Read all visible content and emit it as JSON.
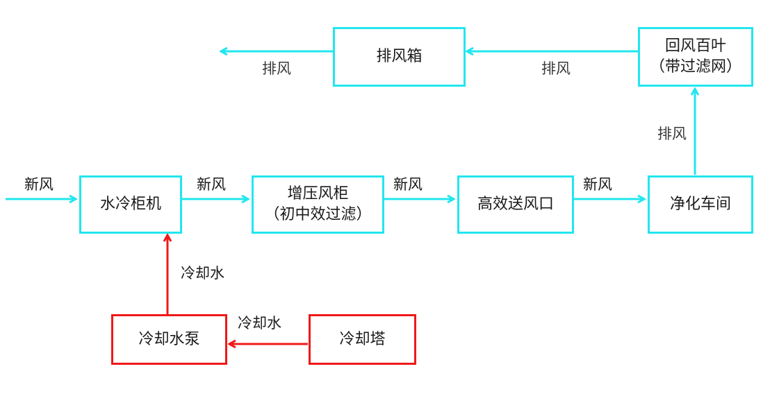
{
  "colors": {
    "air_flow": "#22e6ee",
    "water_flow": "#f01818"
  },
  "nodes": {
    "water_cabinet": "水冷柜机",
    "booster": {
      "line1": "增压风柜",
      "line2": "（初中效过滤）"
    },
    "hepa_outlet": "高效送风口",
    "clean_workshop": "净化车间",
    "return_louver": {
      "line1": "回风百叶",
      "line2": "（带过滤网）"
    },
    "exhaust_box": "排风箱",
    "cooling_pump": "冷却水泵",
    "cooling_tower": "冷却塔"
  },
  "edges": {
    "fresh_in": "新风",
    "fresh_1": "新风",
    "fresh_2": "新风",
    "fresh_3": "新风",
    "exhaust_up": "排风",
    "exhaust_mid": "排风",
    "exhaust_out": "排风",
    "cooling_water_up": "冷却水",
    "cooling_water_left": "冷却水"
  }
}
